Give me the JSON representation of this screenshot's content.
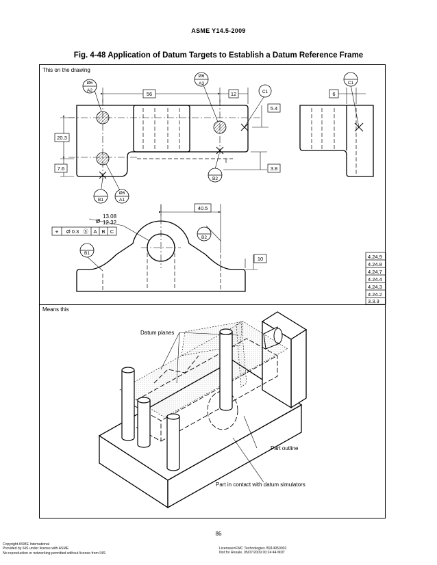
{
  "header": {
    "standard": "ASME Y14.5-2009"
  },
  "figure": {
    "title": "Fig. 4-48    Application of Datum Targets to Establish a Datum Reference Frame"
  },
  "top_panel": {
    "label": "This  on  the  drawing",
    "targets": {
      "a1": {
        "size": "Ø6",
        "id": "A1"
      },
      "a2": {
        "size": "Ø6",
        "id": "A2"
      },
      "a3": {
        "size": "Ø6",
        "id": "A3"
      },
      "b1": {
        "id": "B1"
      },
      "b1_front": {
        "id": "B1"
      },
      "b2": {
        "id": "B2"
      },
      "b2_front": {
        "id": "B2"
      },
      "c1": {
        "id": "C1"
      },
      "c1_side": {
        "id": "C1"
      }
    },
    "dimensions": {
      "d56": "56",
      "d12": "12",
      "d6": "6",
      "d5_4": "5.4",
      "d20_3": "20.3",
      "d7_6": "7.6",
      "d3_8": "3.8",
      "d40_5": "40.5",
      "d10": "10",
      "dia_upper": "13.08",
      "dia_lower": "12.32",
      "dia_symbol": "Ø"
    },
    "feature_control_frame": {
      "symbol": "⌖",
      "tolerance": "Ø 0.3",
      "modifier": "Ⓢ",
      "datums": [
        "A",
        "B",
        "C"
      ]
    },
    "references": [
      "4.24.9",
      "4.24.8",
      "4.24.7",
      "4.24.4",
      "4.24.3",
      "4.24.2",
      "3.3.3"
    ]
  },
  "bottom_panel": {
    "label": "Means  this",
    "callouts": {
      "datum_planes": "Datum planes",
      "part_outline": "Part  outline",
      "contact": "Part  in  contact  with  datum simulators"
    }
  },
  "page_number": "86",
  "footer": {
    "left": [
      "Copyright ASME International",
      "Provided by IHS under license with ASME",
      "No reproduction or networking permitted without license from IHS"
    ],
    "right": [
      "Licensee=FMC Technologies /5914950002",
      "Not for Resale, 05/07/2009 00:24:44 MDT"
    ]
  }
}
